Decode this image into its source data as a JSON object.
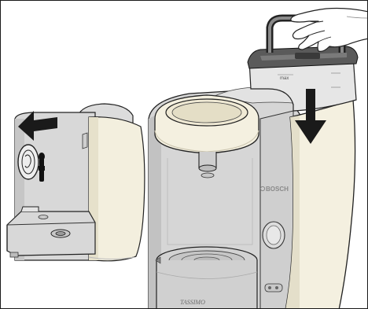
{
  "illustration": {
    "brand_text": "BOSCH",
    "machine_logo_text": "TASSIMO",
    "tank_max_label": "max",
    "colors": {
      "body_gray": "#d6d6d6",
      "body_shadow": "#b9b9b9",
      "cream_panel": "#f4f0e0",
      "cream_shadow": "#e1dcc8",
      "outline": "#1e1e1e",
      "arrow": "#1a1a1a"
    },
    "icons": [
      "arrow-left-icon",
      "arrow-down-icon",
      "hand-icon",
      "water-tank-handle-icon",
      "lock-symbol-icon"
    ]
  }
}
